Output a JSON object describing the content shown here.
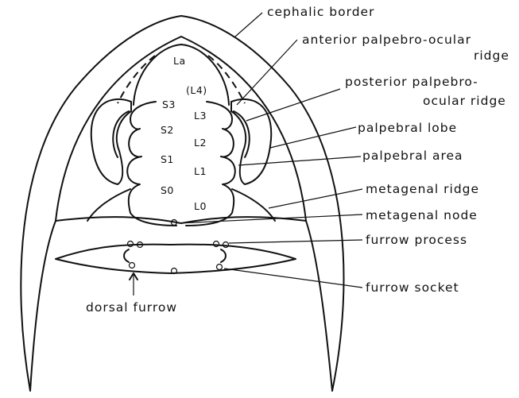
{
  "labels": {
    "cephalic_border": "cephalic border",
    "anterior_1": "anterior palpebro-ocular",
    "anterior_2": "ridge",
    "posterior_1": "posterior palpebro-",
    "posterior_2": "ocular ridge",
    "palpebral_lobe": "palpebral lobe",
    "palpebral_area": "palpebral area",
    "metagenal_ridge": "metagenal ridge",
    "metagenal_node": "metagenal node",
    "furrow_process": "furrow process",
    "furrow_socket": "furrow socket",
    "dorsal_furrow": "dorsal furrow"
  },
  "inner": {
    "La": "La",
    "L4": "(L4)",
    "L3": "L3",
    "L2": "L2",
    "L1": "L1",
    "L0": "L0",
    "S3": "S3",
    "S2": "S2",
    "S1": "S1",
    "S0": "S0"
  }
}
